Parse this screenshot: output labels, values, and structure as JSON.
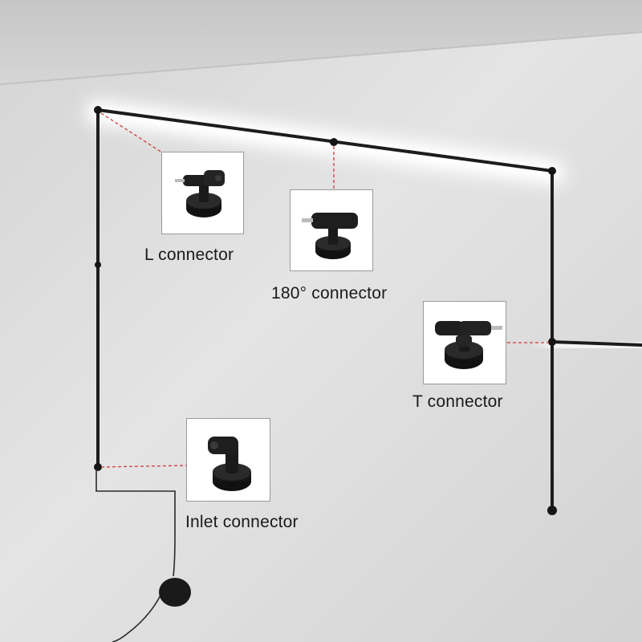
{
  "labels": {
    "l_connector": "L connector",
    "connector_180": "180° connector",
    "t_connector": "T connector",
    "inlet_connector": "Inlet connector"
  },
  "colors": {
    "wall": "#dcdcdc",
    "rail": "#1c1c1c",
    "leader_line": "#d03a3a",
    "glow": "#ffffff"
  }
}
